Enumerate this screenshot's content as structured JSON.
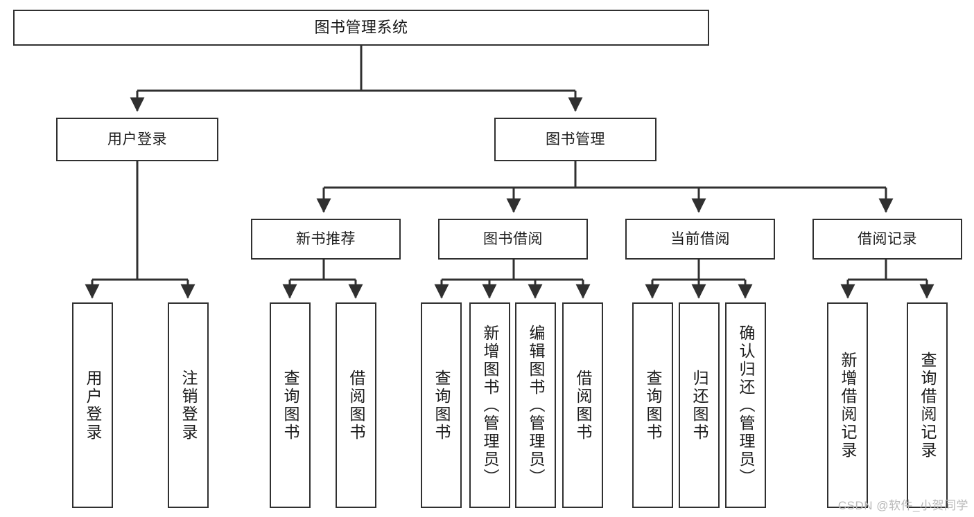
{
  "diagram": {
    "type": "tree",
    "title": "图书管理系统",
    "orientation": "top-down",
    "line_color": "#303030",
    "box_fill": "#ffffff",
    "text_color": "#1b1b1b",
    "levels": [
      {
        "level": 0,
        "nodes": [
          {
            "id": "root",
            "label": "图书管理系统"
          }
        ]
      },
      {
        "level": 1,
        "nodes": [
          {
            "id": "login",
            "label": "用户登录",
            "parent": "root"
          },
          {
            "id": "bookmgmt",
            "label": "图书管理",
            "parent": "root"
          }
        ]
      },
      {
        "level": 2,
        "nodes": [
          {
            "id": "newbook",
            "label": "新书推荐",
            "parent": "bookmgmt"
          },
          {
            "id": "borrow",
            "label": "图书借阅",
            "parent": "bookmgmt"
          },
          {
            "id": "current",
            "label": "当前借阅",
            "parent": "bookmgmt"
          },
          {
            "id": "records",
            "label": "借阅记录",
            "parent": "bookmgmt"
          }
        ]
      },
      {
        "level": 3,
        "nodes": [
          {
            "id": "leaf1",
            "label": "用户登录",
            "parent": "login"
          },
          {
            "id": "leaf2",
            "label": "注销登录",
            "parent": "login"
          },
          {
            "id": "leaf3",
            "label": "查询图书",
            "parent": "newbook"
          },
          {
            "id": "leaf4",
            "label": "借阅图书",
            "parent": "newbook"
          },
          {
            "id": "leaf5",
            "label": "查询图书",
            "parent": "borrow"
          },
          {
            "id": "leaf6",
            "label": "新增图书（管理员）",
            "parent": "borrow"
          },
          {
            "id": "leaf7",
            "label": "编辑图书（管理员）",
            "parent": "borrow"
          },
          {
            "id": "leaf8",
            "label": "借阅图书",
            "parent": "borrow"
          },
          {
            "id": "leaf9",
            "label": "查询图书",
            "parent": "current"
          },
          {
            "id": "leaf10",
            "label": "归还图书",
            "parent": "current"
          },
          {
            "id": "leaf11",
            "label": "确认归还（管理员）",
            "parent": "current"
          },
          {
            "id": "leaf12",
            "label": "新增借阅记录",
            "parent": "records"
          },
          {
            "id": "leaf13",
            "label": "查询借阅记录",
            "parent": "records"
          }
        ]
      }
    ]
  },
  "watermark": {
    "text": "CSDN @软件_小贺同学"
  }
}
